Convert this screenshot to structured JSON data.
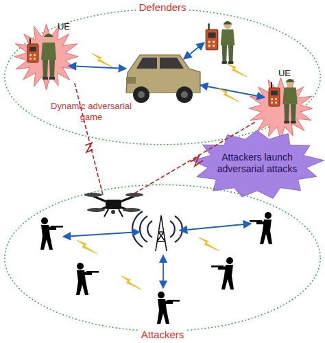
{
  "diagram": {
    "nodes": [
      {
        "text": [
          "Defenders"
        ]
      },
      {
        "text": [
          "UE"
        ],
        "in": 0
      },
      {
        "text": [
          "UE"
        ],
        "in": 0
      },
      {
        "text": [
          "Attackers launch adversarial attacks"
        ]
      },
      {
        "text": [
          "Attackers"
        ]
      }
    ],
    "labels": [
      "Dynamic adversarial game"
    ]
  }
}
